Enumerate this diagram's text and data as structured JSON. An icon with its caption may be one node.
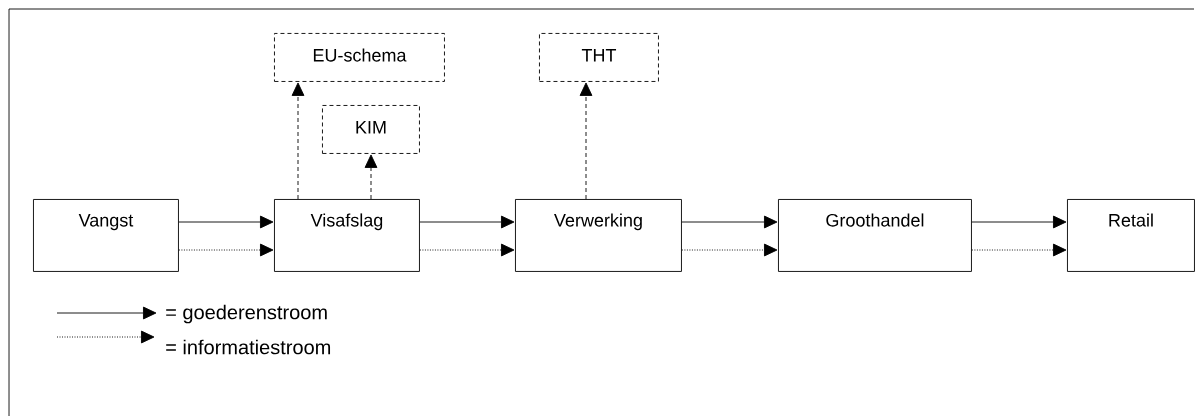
{
  "diagram": {
    "nodes": [
      {
        "text": [
          "EU-schema"
        ]
      },
      {
        "text": [
          "THT"
        ]
      },
      {
        "text": [
          "KIM"
        ]
      },
      {
        "text": [
          "Vangst"
        ]
      },
      {
        "text": [
          "Visafslag"
        ]
      },
      {
        "text": [
          "Verwerking"
        ]
      },
      {
        "text": [
          "Groothandel"
        ]
      },
      {
        "text": [
          "Retail"
        ]
      }
    ],
    "edges": [
      {
        "from": 3,
        "to": 4,
        "arrow": "to"
      },
      {
        "from": 3,
        "to": 4,
        "arrow": "to",
        "style": "dashed"
      },
      {
        "from": 4,
        "to": 5,
        "arrow": "to"
      },
      {
        "from": 4,
        "to": 5,
        "arrow": "to",
        "style": "dashed"
      },
      {
        "from": 5,
        "to": 6,
        "arrow": "to"
      },
      {
        "from": 5,
        "to": 6,
        "arrow": "to",
        "style": "dashed"
      },
      {
        "from": 6,
        "to": 7,
        "arrow": "to"
      },
      {
        "from": 6,
        "to": 7,
        "arrow": "to",
        "style": "dashed"
      },
      {
        "from": 4,
        "to": 0,
        "arrow": "to",
        "style": "dashed"
      },
      {
        "from": 4,
        "to": 2,
        "arrow": "to",
        "style": "dashed"
      },
      {
        "from": 5,
        "to": 1,
        "arrow": "to",
        "style": "dashed"
      }
    ],
    "legend": [
      {
        "text": "= goederenstroom"
      },
      {
        "text": "= informatiestroom"
      }
    ]
  }
}
